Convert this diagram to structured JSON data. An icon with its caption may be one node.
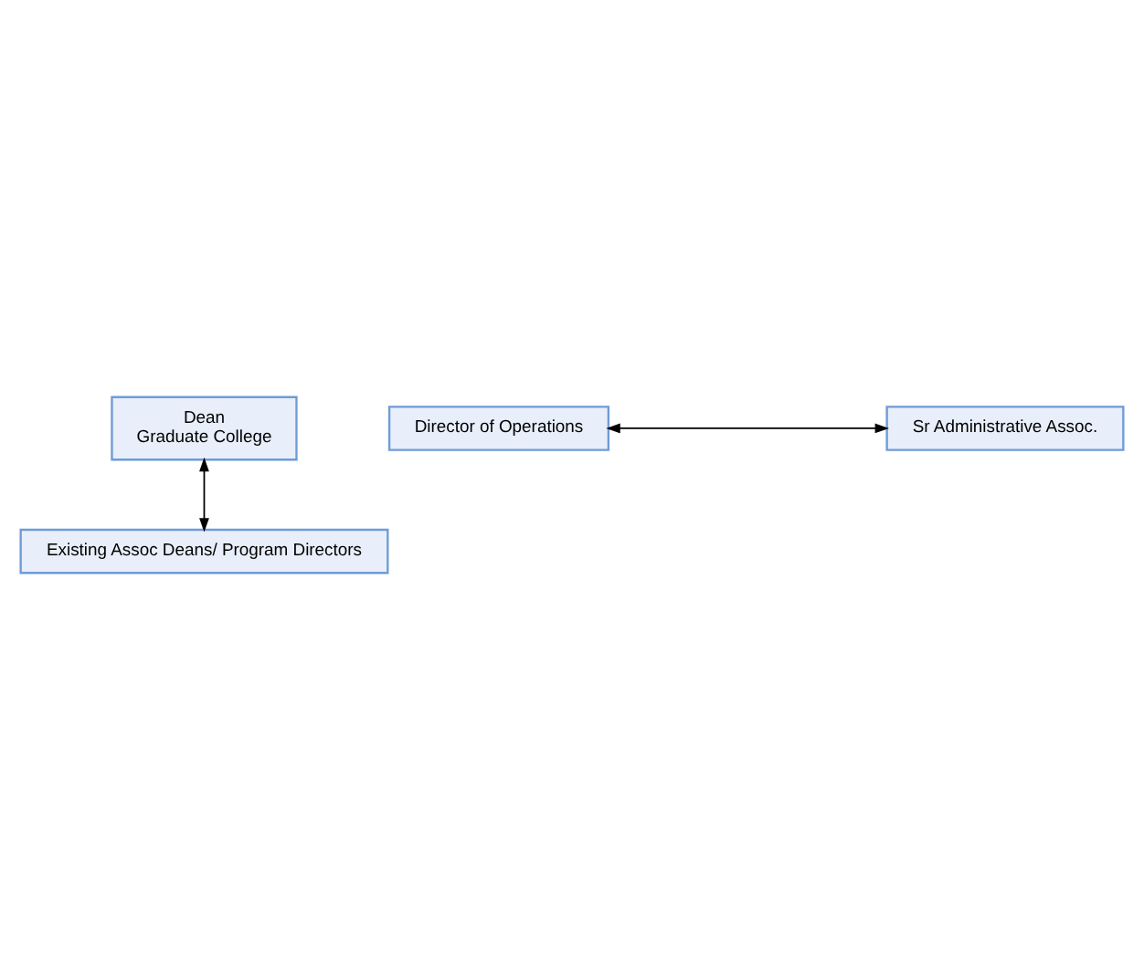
{
  "diagram": {
    "nodes": [
      {
        "text": [
          "Dean",
          "Graduate College"
        ]
      },
      {
        "text": [
          "Director of Operations"
        ]
      },
      {
        "text": [
          "Sr Administrative Assoc."
        ]
      },
      {
        "text": [
          "Existing Assoc Deans/ Program Directors"
        ]
      }
    ],
    "edges": [
      {
        "from": 0,
        "to": 3,
        "arrow": "both"
      },
      {
        "from": 1,
        "to": 2,
        "arrow": "both"
      }
    ]
  }
}
